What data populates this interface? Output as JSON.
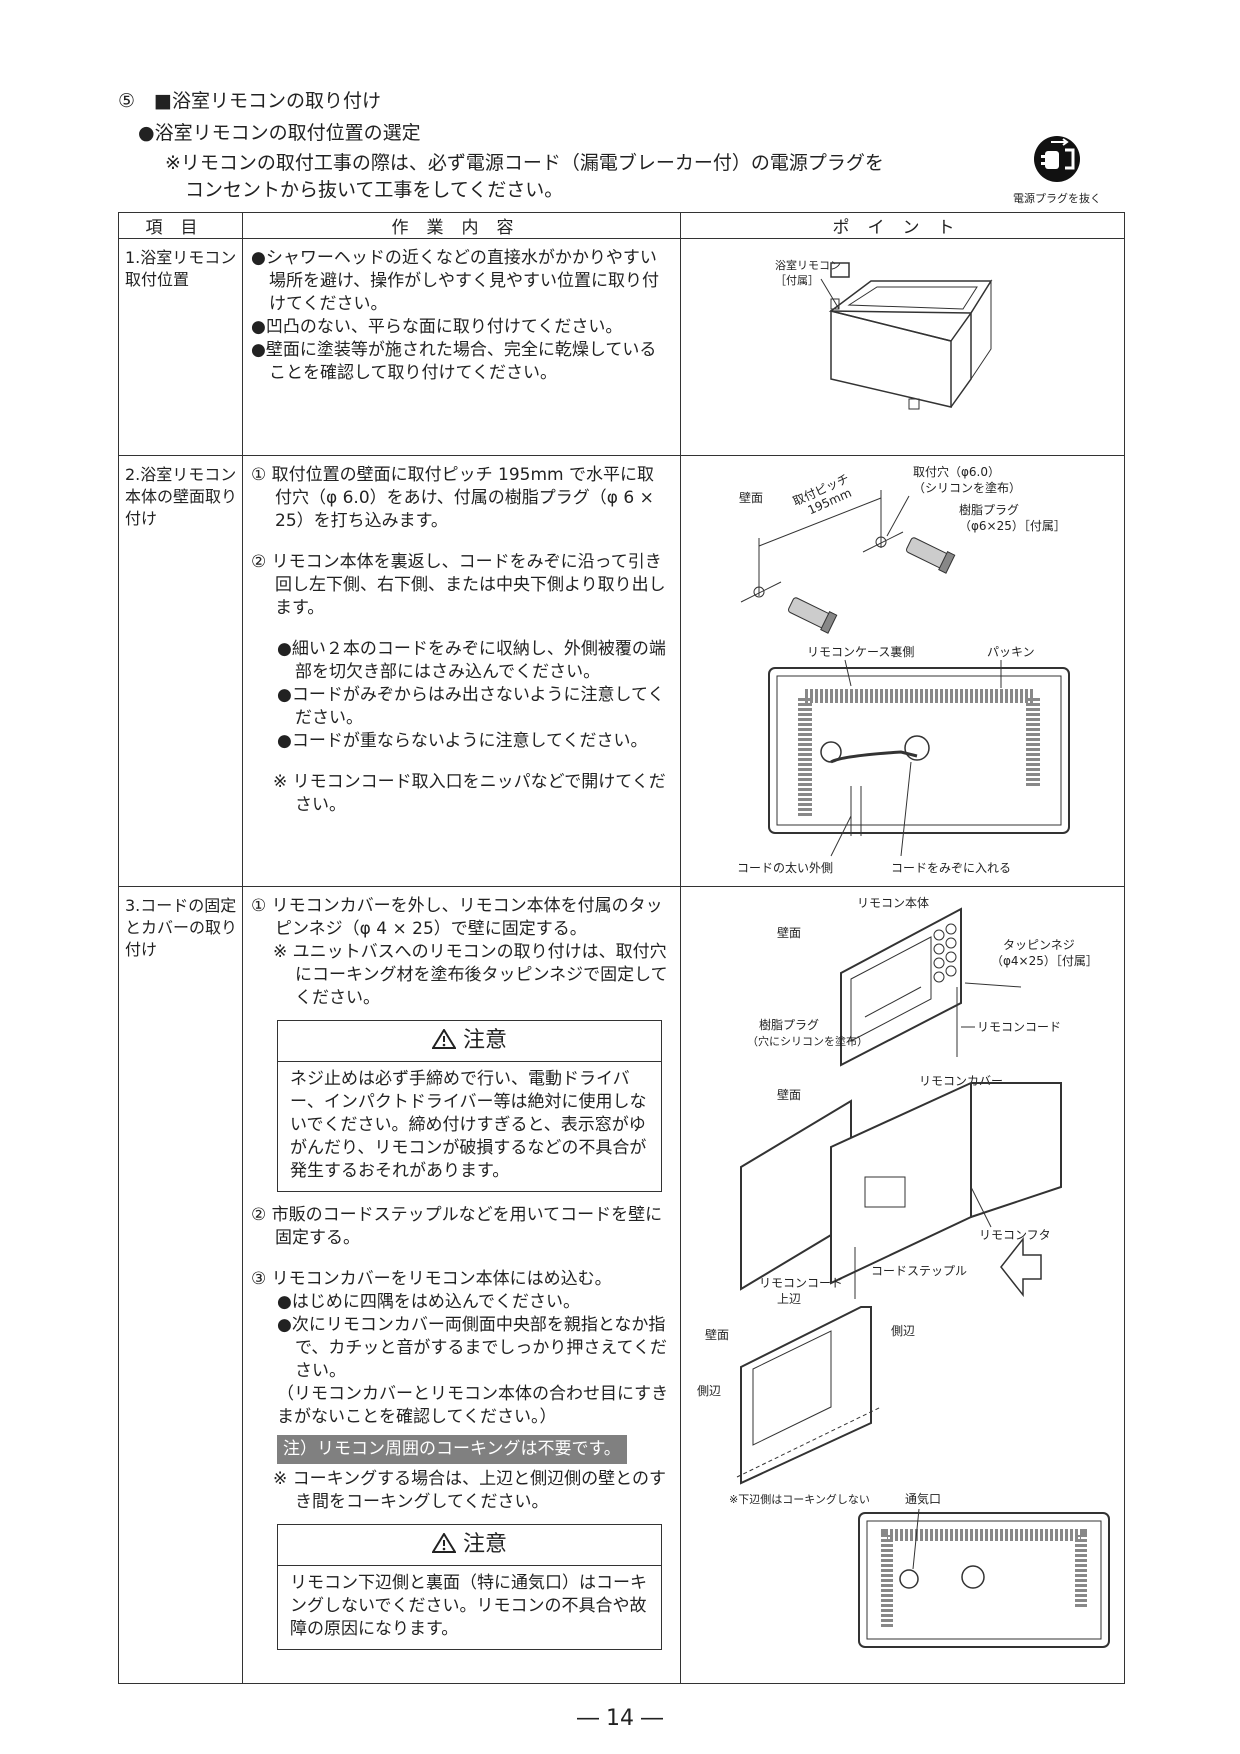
{
  "header": {
    "step": "⑤　■浴室リモコンの取り付け",
    "subtitle": "●浴室リモコンの取付位置の選定",
    "note_line1": "※リモコンの取付工事の際は、必ず電源コード（漏電ブレーカー付）の電源プラグを",
    "note_line2": "コンセントから抜いて工事をしてください。",
    "plug_caption": "電源プラグを抜く"
  },
  "table": {
    "columns": [
      "項目",
      "作業内容",
      "ポイント"
    ],
    "row1": {
      "item": "1.浴室リモコン取付位置",
      "bullets": [
        "●シャワーヘッドの近くなどの直接水がかかりやすい場所を避け、操作がしやすく見やすい位置に取り付けてください。",
        "●凹凸のない、平らな面に取り付けてください。",
        "●壁面に塗装等が施された場合、完全に乾燥していることを確認して取り付けてください。"
      ],
      "fig": {
        "label1": "浴室リモコン",
        "label2": "［付属］"
      }
    },
    "row2": {
      "item": "2.浴室リモコン本体の壁面取り付け",
      "step1": "① 取付位置の壁面に取付ピッチ 195mm で水平に取付穴（φ 6.0）をあけ、付属の樹脂プラグ（φ 6 × 25）を打ち込みます。",
      "step2": "② リモコン本体を裏返し、コードをみぞに沿って引き回し左下側、右下側、または中央下側より取り出します。",
      "bullets": [
        "●細い２本のコードをみぞに収納し、外側被覆の端部を切欠き部にはさみ込んでください。",
        "●コードがみぞからはみ出さないように注意してください。",
        "●コードが重ならないように注意してください。"
      ],
      "note": "※ リモコンコード取入口をニッパなどで開けてください。",
      "fig": {
        "wall": "壁面",
        "pitch1": "取付ピッチ",
        "pitch2": "195mm",
        "hole1": "取付穴（φ6.0）",
        "hole2": "（シリコンを塗布）",
        "plug1": "樹脂プラグ",
        "plug2": "（φ6×25）［付属］",
        "case_back": "リモコンケース裏側",
        "packing": "パッキン",
        "thick_outer": "コードの太い外側",
        "into_groove": "コードをみぞに入れる"
      }
    },
    "row3": {
      "item": "3.コードの固定とカバーの取り付け",
      "step1": "① リモコンカバーを外し、リモコン本体を付属のタッピンネジ（φ 4 × 25）で壁に固定する。",
      "step1_note": "※ ユニットバスへのリモコンの取り付けは、取付穴にコーキング材を塗布後タッピンネジで固定してください。",
      "caution_title": "注意",
      "caution1": "ネジ止めは必ず手締めで行い、電動ドライバー、インパクトドライバー等は絶対に使用しないでください。締め付けすぎると、表示窓がゆがんだり、リモコンが破損するなどの不具合が発生するおそれがあります。",
      "step2": "② 市販のコードステップルなどを用いてコードを壁に固定する。",
      "step3": "③ リモコンカバーをリモコン本体にはめ込む。",
      "step3_b1": "●はじめに四隅をはめ込んでください。",
      "step3_b2": "●次にリモコンカバー両側面中央部を親指となか指で、カチッと音がするまでしっかり押さえてください。",
      "step3_paren": "（リモコンカバーとリモコン本体の合わせ目にすきまがないことを確認してください。）",
      "grey_note": "注）リモコン周囲のコーキングは不要です。",
      "caulk_note": "※ コーキングする場合は、上辺と側辺側の壁とのすき間をコーキングしてください。",
      "caution2": "リモコン下辺側と裏面（特に通気口）はコーキングしないでください。リモコンの不具合や故障の原因になります。",
      "fig": {
        "body": "リモコン本体",
        "wall": "壁面",
        "screw1": "タッピンネジ",
        "screw2": "（φ4×25）［付属］",
        "plug1": "樹脂プラグ",
        "plug2": "（穴にシリコンを塗布）",
        "cord": "リモコンコード",
        "cover": "リモコンカバー",
        "lid": "リモコンフタ",
        "staple": "コードステップル",
        "top_edge": "上辺",
        "side_edge": "側辺",
        "bottom_note": "※下辺側はコーキングしない",
        "vent": "通気口"
      }
    }
  },
  "page_number": "― 14 ―"
}
